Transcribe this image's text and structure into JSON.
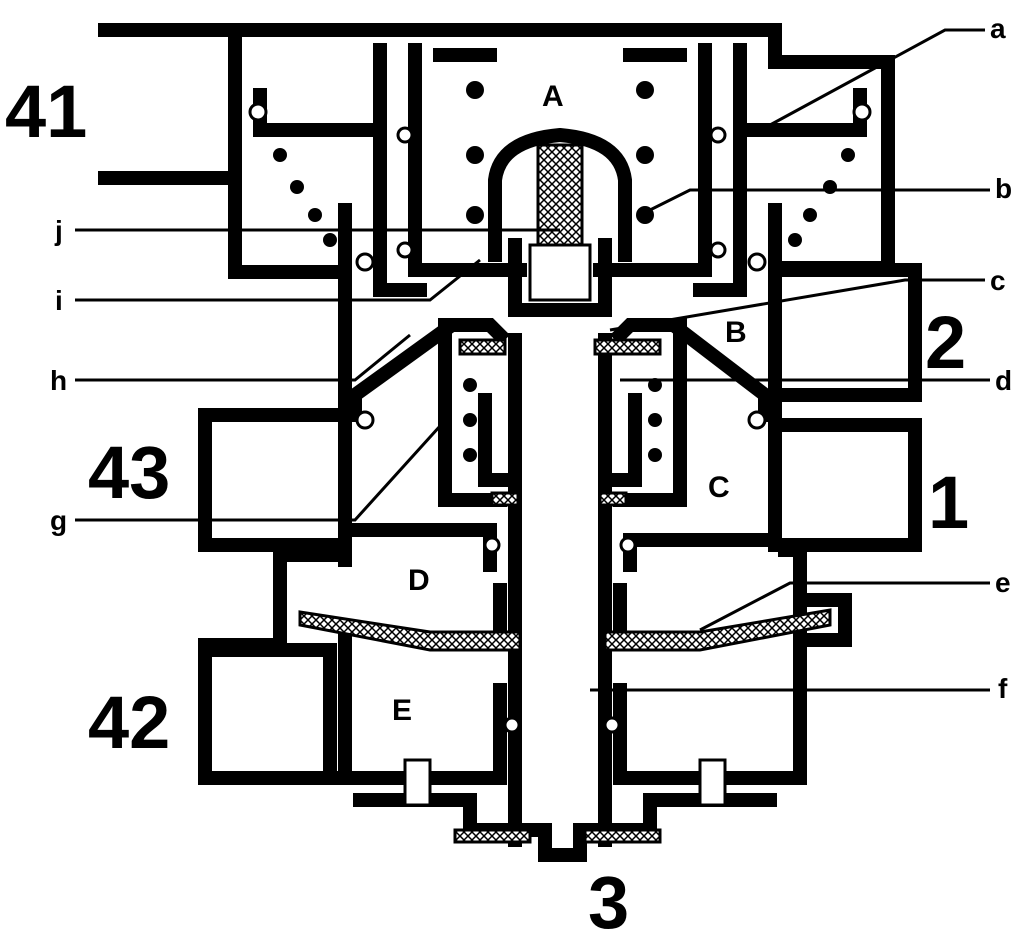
{
  "ports": {
    "p41": "41",
    "p43": "43",
    "p42": "42",
    "p2": "2",
    "p1": "1",
    "p3": "3"
  },
  "chambers": {
    "A": "A",
    "B": "B",
    "C": "C",
    "D": "D",
    "E": "E"
  },
  "callouts": {
    "a": "a",
    "b": "b",
    "c": "c",
    "d": "d",
    "e": "e",
    "f": "f",
    "g": "g",
    "h": "h",
    "i": "i",
    "j": "j"
  }
}
